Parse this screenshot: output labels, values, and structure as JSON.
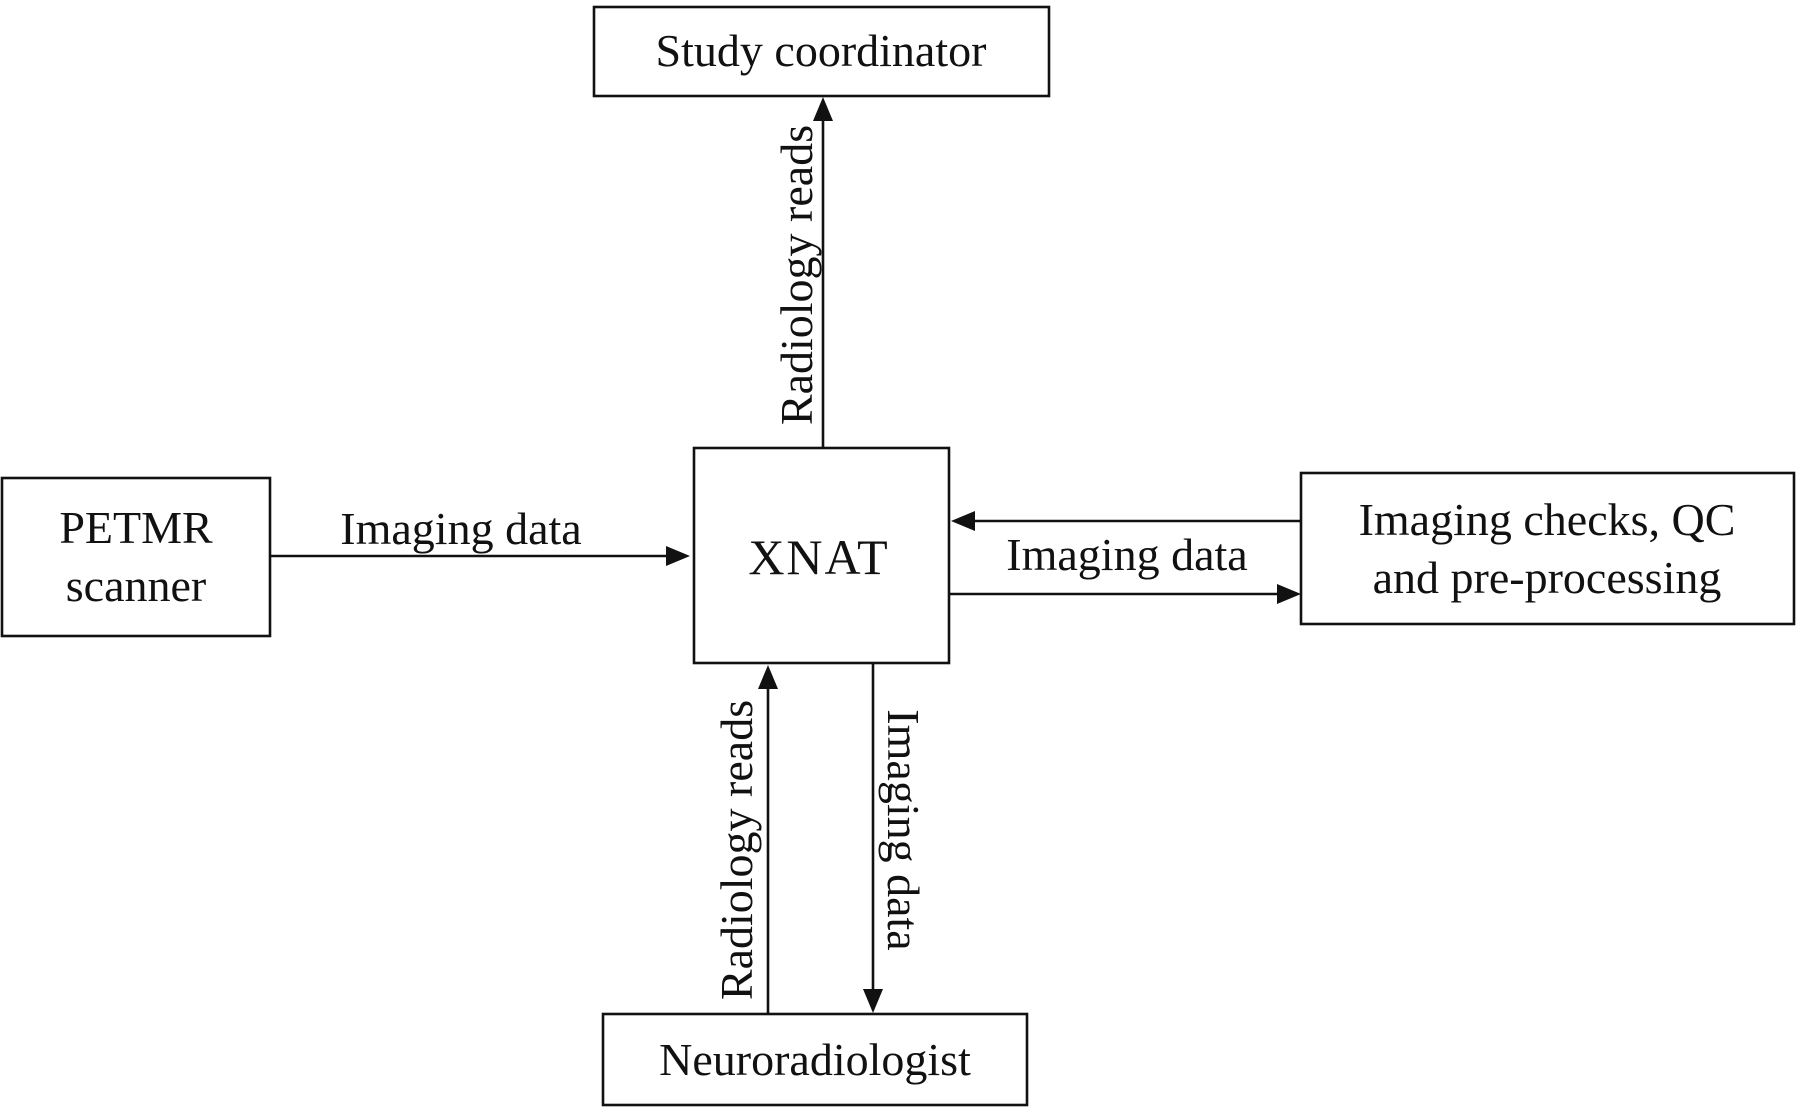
{
  "nodes": {
    "study_coordinator": "Study coordinator",
    "petmr": [
      "PETMR",
      "scanner"
    ],
    "xnat": "XNAT",
    "imaging_checks": [
      "Imaging checks, QC",
      "and pre-processing"
    ],
    "neuroradiologist": "Neuroradiologist"
  },
  "edges": {
    "petmr_to_xnat": "Imaging data",
    "xnat_to_coordinator": "Radiology reads",
    "checks_xnat": "Imaging data",
    "neuro_to_xnat": "Radiology reads",
    "xnat_to_neuro": "Imaging data"
  }
}
